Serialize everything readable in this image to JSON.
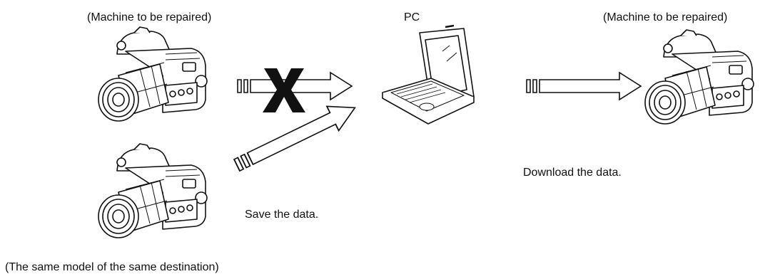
{
  "labels": {
    "source_machine": "(Machine to be repaired)",
    "pc": "PC",
    "target_machine": "(Machine to be repaired)",
    "save": "Save the data.",
    "download": "Download the data.",
    "same_model": "(The same model of the same destination)"
  },
  "icons": {
    "source_camera": "camera-icon",
    "donor_camera": "camera-icon",
    "target_camera": "camera-icon",
    "pc": "laptop-icon",
    "blocked_mark": "x-mark-icon"
  },
  "colors": {
    "line": "#111111",
    "fill": "#ffffff"
  }
}
